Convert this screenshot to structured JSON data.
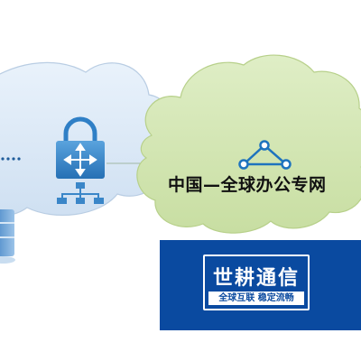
{
  "diagram": {
    "cloud_label": "中国—全球办公专网"
  },
  "logo": {
    "title": "世耕通信",
    "slogan": "全球互联 稳定流畅"
  },
  "colors": {
    "left_cloud_fill": "#dbe9f6",
    "right_cloud_fill": "#d4e6b5",
    "right_cloud_stroke": "#b7d08a",
    "lock_icon_blue": "#2f7fc6",
    "triangle_node_blue": "#1e73be",
    "logo_blue": "#0a4aa0"
  }
}
